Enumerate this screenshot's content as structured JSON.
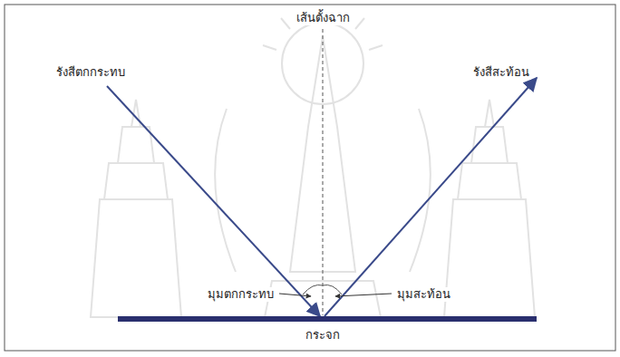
{
  "diagram": {
    "labels": [
      "เส้นตั้งฉาก",
      "รังสีตกกระทบ",
      "รังสีสะท้อน",
      "มุมตกกระทบ",
      "มุมสะท้อน",
      "กระจก"
    ]
  }
}
